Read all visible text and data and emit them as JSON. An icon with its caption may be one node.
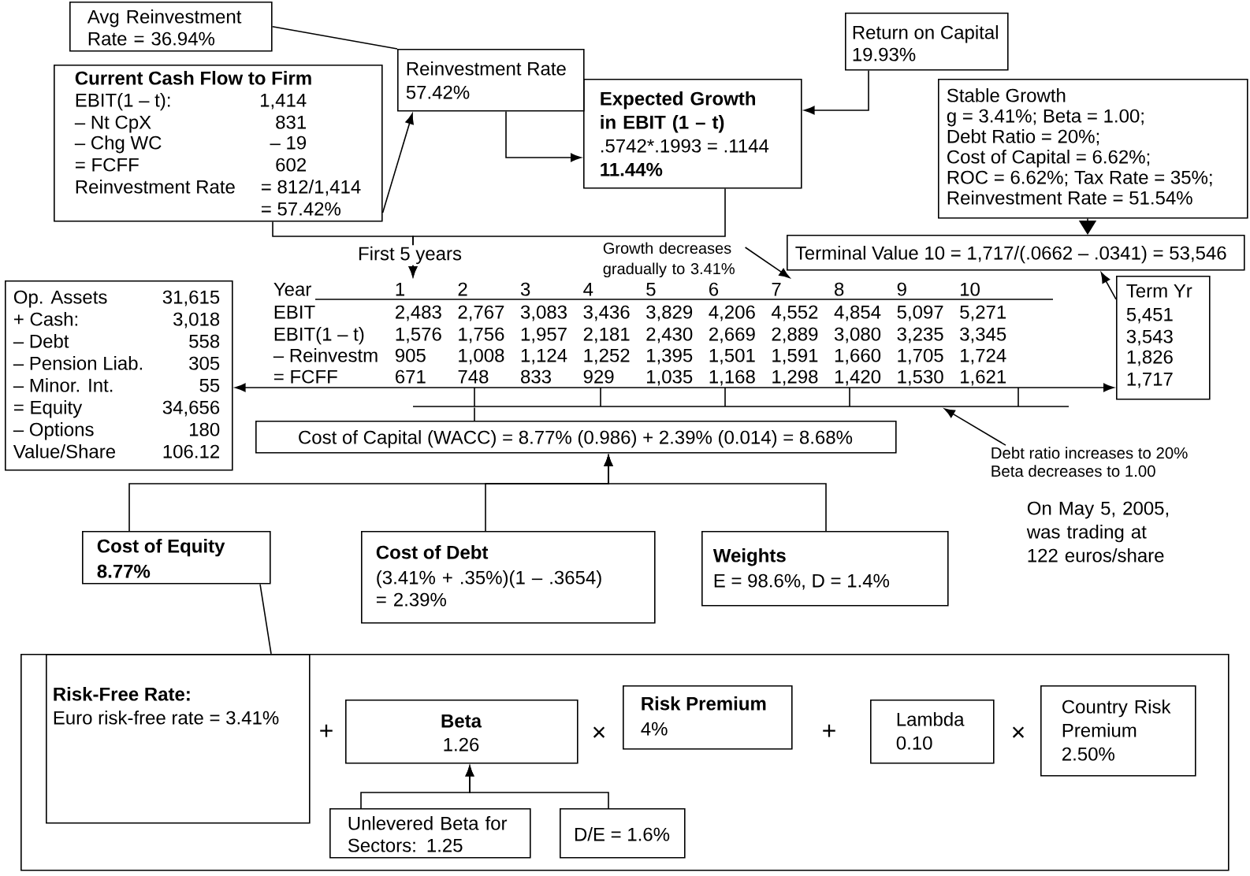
{
  "diagram": {
    "nodes": [
      {
        "text": [
          "Avg Reinvestment Rate = 36.94%"
        ]
      },
      {
        "text": [
          "Current Cash Flow to Firm",
          "EBIT(1 – t):",
          "1,414",
          "– Nt CpX",
          "831",
          "– Chg WC",
          "– 19",
          "= FCFF",
          "602",
          "Reinvestment Rate",
          "= 812/1,414",
          "= 57.42%"
        ]
      },
      {
        "text": [
          "Reinvestment Rate",
          "57.42%"
        ]
      },
      {
        "text": [
          "Expected Growth in EBIT (1 – t)",
          ".5742*.1993 = .1144",
          "11.44%"
        ]
      },
      {
        "text": [
          "Return on Capital",
          "19.93%"
        ]
      },
      {
        "text": [
          "Stable Growth",
          "g = 3.41%; Beta = 1.00;",
          "Debt Ratio = 20%;",
          "Cost of Capital = 6.62%;",
          "ROC = 6.62%; Tax Rate = 35%;",
          "Reinvestment Rate = 51.54%"
        ]
      },
      {
        "text": [
          "Terminal Value 10 = 1,717/(.0662 – .0341) = 53,546"
        ]
      },
      {
        "text": [
          "Growth decreases gradually to 3.41%"
        ]
      },
      {
        "text": [
          "Op. Assets",
          "31,615",
          "+ Cash:",
          "3,018",
          "– Debt",
          "558",
          "– Pension Liab.",
          "305",
          "– Minor. Int.",
          "55",
          "= Equity",
          "34,656",
          "– Options",
          "180",
          "Value/Share",
          "106.12"
        ]
      },
      {
        "text": [
          "Year",
          "1",
          "2",
          "3",
          "4",
          "5",
          "6",
          "7",
          "8",
          "9",
          "10",
          "EBIT",
          "2,483",
          "2,767",
          "3,083",
          "3,436",
          "3,829",
          "4,206",
          "4,552",
          "4,854",
          "5,097",
          "5,271",
          "EBIT(1 – t)",
          "1,576",
          "1,756",
          "1,957",
          "2,181",
          "2,430",
          "2,669",
          "2,889",
          "3,080",
          "3,235",
          "3,345",
          "– Reinvestm",
          "905",
          "1,008",
          "1,124",
          "1,252",
          "1,395",
          "1,501",
          "1,591",
          "1,660",
          "1,705",
          "1,724",
          "= FCFF",
          "671",
          "748",
          "833",
          "929",
          "1,035",
          "1,168",
          "1,298",
          "1,420",
          "1,530",
          "1,621"
        ]
      },
      {
        "text": [
          "Term Yr",
          "5,451",
          "3,543",
          "1,826",
          "1,717"
        ]
      },
      {
        "text": [
          "Cost of Capital (WACC) = 8.77% (0.986) + 2.39% (0.014) = 8.68%"
        ]
      },
      {
        "text": [
          "Debt ratio increases to 20%",
          "Beta decreases to 1.00"
        ]
      },
      {
        "text": [
          "Cost of Equity",
          "8.77%"
        ]
      },
      {
        "text": [
          "Cost of Debt",
          "(3.41% + .35%)(1 – .3654) = 2.39%"
        ]
      },
      {
        "text": [
          "Weights",
          "E = 98.6%, D = 1.4%"
        ]
      },
      {
        "text": [],
        "shape": "box"
      },
      {
        "text": [
          "Risk-Free Rate:",
          "Euro risk-free rate = 3.41%"
        ],
        "in": 16
      },
      {
        "text": [
          "Beta",
          "1.26"
        ],
        "in": 16
      },
      {
        "text": [
          "Risk Premium",
          "4%"
        ],
        "in": 16
      },
      {
        "text": [
          "Lambda",
          "0.10"
        ],
        "in": 16
      },
      {
        "text": [
          "Country Risk Premium",
          "2.50%"
        ],
        "in": 16
      },
      {
        "text": [
          "Unlevered Beta for Sectors: 1.25"
        ],
        "in": 16
      },
      {
        "text": [
          "D/E = 1.6%"
        ],
        "in": 16
      },
      {
        "text": [],
        "shape": "bracket"
      }
    ],
    "edges": [
      {
        "from": 0,
        "to": 2,
        "arrow": "none"
      },
      {
        "from": 1,
        "to": 2,
        "arrow": "to"
      },
      {
        "from": 2,
        "to": 3,
        "arrow": "to"
      },
      {
        "from": 4,
        "to": 3,
        "arrow": "to"
      },
      {
        "from": 1,
        "to": 9,
        "arrow": "to",
        "label": "First 5 years"
      },
      {
        "from": 3,
        "to": 9,
        "arrow": "to"
      },
      {
        "from": 5,
        "to": 6,
        "arrow": "to"
      },
      {
        "from": 10,
        "to": 6,
        "arrow": "to"
      },
      {
        "from": 7,
        "to": 9,
        "arrow": "to"
      },
      {
        "from": 8,
        "to": 10,
        "arrow": "both"
      },
      {
        "from": 11,
        "to": 24,
        "arrow": "none"
      },
      {
        "from": 12,
        "to": 24,
        "arrow": "to"
      },
      {
        "from": 13,
        "to": 11,
        "arrow": "to"
      },
      {
        "from": 14,
        "to": 11,
        "arrow": "to"
      },
      {
        "from": 15,
        "to": 11,
        "arrow": "to"
      },
      {
        "from": 13,
        "to": 16,
        "arrow": "none"
      },
      {
        "from": 22,
        "to": 18,
        "arrow": "to"
      },
      {
        "from": 23,
        "to": 18,
        "arrow": "to"
      }
    ],
    "labels": [
      "+",
      "×",
      "+",
      "×",
      "On May 5, 2005, was trading at 122 euros/share"
    ]
  }
}
